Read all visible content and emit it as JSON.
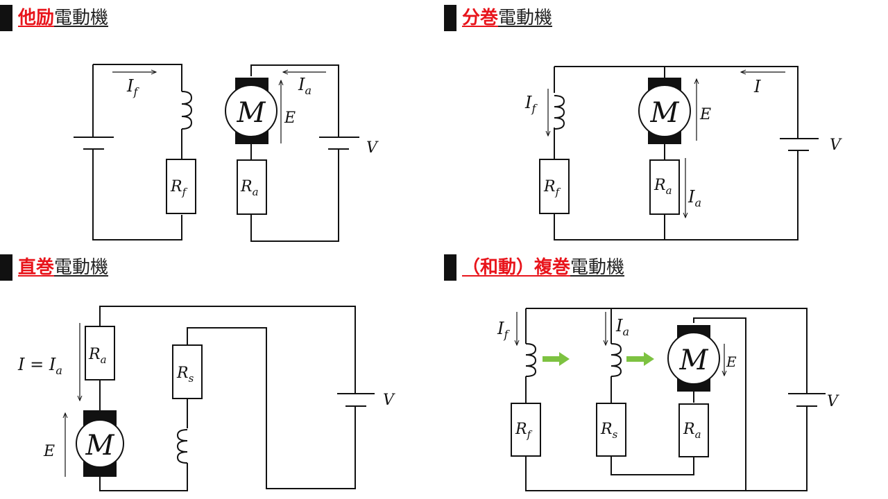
{
  "panels": {
    "separately_excited": {
      "title_red": "他励",
      "title_black": "電動機",
      "labels": {
        "field_current": "I",
        "field_current_sub": "f",
        "armature_current": "I",
        "armature_current_sub": "a",
        "emf": "E",
        "voltage": "V",
        "field_resistor": "R",
        "field_resistor_sub": "f",
        "armature_resistor": "R",
        "armature_resistor_sub": "a",
        "motor": "M"
      }
    },
    "shunt": {
      "title_red": "分巻",
      "title_black": "電動機",
      "labels": {
        "line_current": "I",
        "field_current": "I",
        "field_current_sub": "f",
        "armature_current": "I",
        "armature_current_sub": "a",
        "emf": "E",
        "voltage": "V",
        "field_resistor": "R",
        "field_resistor_sub": "f",
        "armature_resistor": "R",
        "armature_resistor_sub": "a",
        "motor": "M"
      }
    },
    "series": {
      "title_red": "直巻",
      "title_black": "電動機",
      "labels": {
        "current_eq": "I = I",
        "current_eq_sub": "a",
        "emf": "E",
        "voltage": "V",
        "armature_resistor": "R",
        "armature_resistor_sub": "a",
        "series_resistor": "R",
        "series_resistor_sub": "s",
        "motor": "M"
      }
    },
    "compound": {
      "title_red": "（和動）複巻",
      "title_black": "電動機",
      "labels": {
        "field_current": "I",
        "field_current_sub": "f",
        "armature_current": "I",
        "armature_current_sub": "a",
        "emf": "E",
        "voltage": "V",
        "field_resistor": "R",
        "field_resistor_sub": "f",
        "series_resistor": "R",
        "series_resistor_sub": "s",
        "armature_resistor": "R",
        "armature_resistor_sub": "a",
        "motor": "M"
      },
      "flux_arrow_color": "#7dc241"
    }
  },
  "colors": {
    "title_accent": "#e8141b",
    "wire": "#111111"
  }
}
